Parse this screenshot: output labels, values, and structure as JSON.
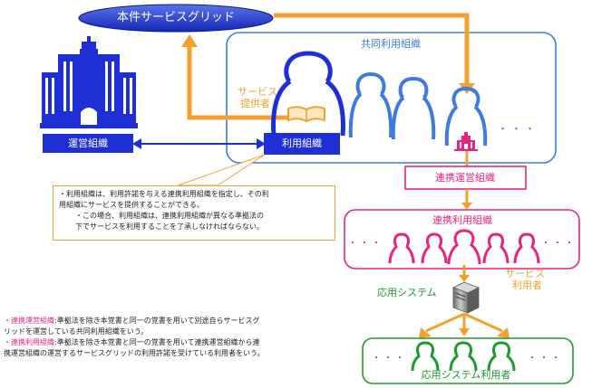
{
  "nodes": {
    "sgrid": "本件サービスグリッド",
    "joint_use": "共同利用組織",
    "provider": [
      "サービス",
      "提供者"
    ],
    "operator": "運営組織",
    "user_org": "利用組織",
    "partner_op": "連携運営組織",
    "partner_user": "連携利用組織",
    "service_user": [
      "サービス",
      "利用者"
    ],
    "app_system": "応用システム",
    "app_users": "応用システム利用者",
    "ellipsis": "・・・"
  },
  "note": {
    "lines": [
      "・利用組織は、利用許諾を与える連携利用組織を指定し、その利",
      "  用組織にサービスを提供することができる。",
      "  ・この場合、利用組織は、連携利用組織が異なる準拠法の",
      "    下でサービスを利用することを了承しなければならない。"
    ]
  },
  "definitions": [
    {
      "term": "・連携運営組織",
      "body": ":準拠法を除き本覚書と同一の覚書を用いて別途自らサービスグ",
      "cont": "  リッドを運営している共同利用組織をいう。"
    },
    {
      "term": "・連携利用組織",
      "body": ":準拠法を除き本覚書と同一の覚書を用いて連携運営組織から連",
      "cont": "  携運営組織の運営するサービスグリッドの利用許諾を受けている利用者をいう。"
    }
  ],
  "colors": {
    "navy": "#1f2fd6",
    "blue": "#3d7be0",
    "orange": "#f5a02c",
    "pink": "#e8247f",
    "green": "#1f9a2e"
  }
}
